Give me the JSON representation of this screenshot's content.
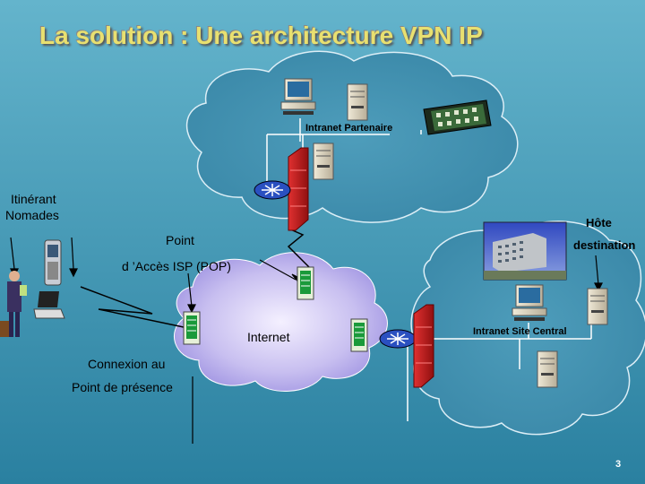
{
  "title": "La solution : Une architecture VPN IP",
  "labels": {
    "intranet_partenaire": "Intranet Partenaire",
    "itinerant": "Itinérant",
    "nomades": "Nomades",
    "point": "Point",
    "acces_isp": "d ’Accès ISP (POP)",
    "hote": "Hôte",
    "destination": "destination",
    "internet": "Internet",
    "intranet_site_central": "Intranet  Site Central",
    "connexion_au": "Connexion au",
    "point_de_presence": "Point de présence",
    "page_number": "3"
  },
  "colors": {
    "background_top": "#5fb0c8",
    "background_bottom": "#2d84a4",
    "cloud_outline": "#d8ecf4",
    "internet_cloud": "#c8c0f0",
    "firewall": "#c02020",
    "title_text": "#e8e070"
  },
  "icons": [
    "workstation-icon",
    "server-tower-icon",
    "office-building-icon",
    "firewall-icon",
    "router-icon",
    "switch-icon",
    "cell-phone-icon",
    "laptop-icon",
    "business-person-icon",
    "lightning-link-icon",
    "host-photo-icon"
  ]
}
